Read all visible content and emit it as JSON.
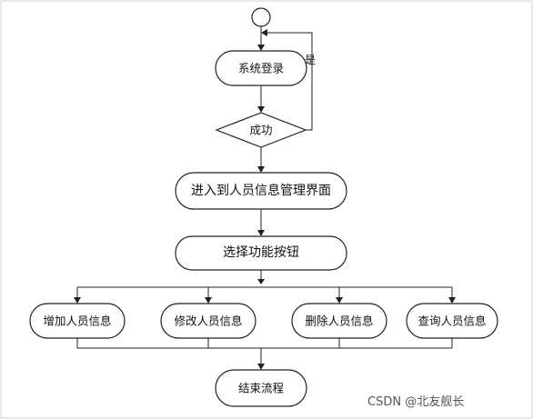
{
  "diagram": {
    "nodes": {
      "login": "系统登录",
      "success": "成功",
      "enter": "进入到人员信息管理界面",
      "select": "选择功能按钮",
      "add": "增加人员信息",
      "modify": "修改人员信息",
      "delete": "删除人员信息",
      "query": "查询人员信息",
      "end": "结束流程"
    },
    "edge_labels": {
      "yes": "是"
    }
  },
  "watermark": "CSDN @北友舰长"
}
